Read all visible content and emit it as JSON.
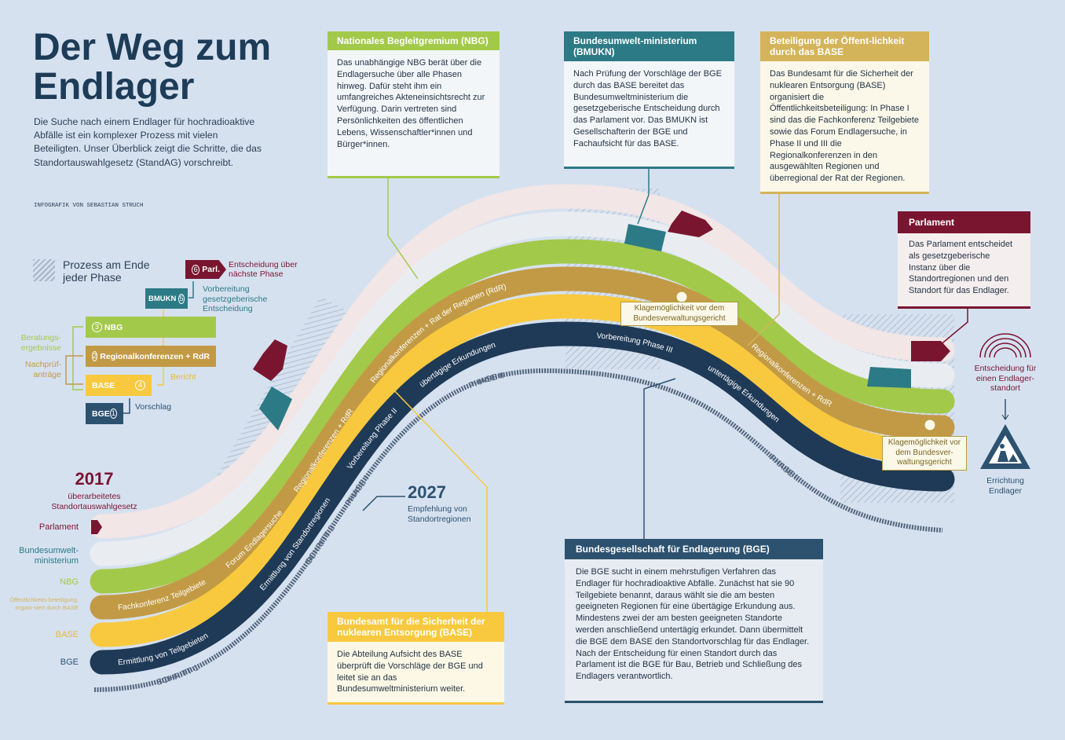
{
  "title": "Der Weg zum Endlager",
  "intro": "Die Suche nach einem Endlager für hochradioaktive Abfälle ist ein komplexer Prozess mit vielen Beteiligten. Unser Überblick zeigt die Schritte, die das Standortauswahlgesetz (StandAG) vorschreibt.",
  "credit": "INFOGRAFIK VON SEBASTIAN STRUCH",
  "legend": {
    "process_end": "Prozess am Ende jeder Phase",
    "parl": "Parl.",
    "parl_num": "6",
    "parl_text": "Entscheidung über nächste Phase",
    "bmukn": "BMUKN",
    "bmukn_num": "5",
    "bmukn_text": "Vorbereitung gesetzgeberische Entscheidung",
    "nbg": "NBG",
    "nbg_num": "3",
    "rdr": "Regionalkonferenzen + RdR",
    "rdr_num": "2",
    "base": "BASE",
    "base_num": "4",
    "bericht": "Bericht",
    "bge": "BGE",
    "bge_num": "1",
    "vorschlag": "Vorschlag",
    "beratung": "Beratungs-ergebnisse",
    "nachpruef": "Nachprüf-anträge"
  },
  "start": {
    "year": "2017",
    "subtitle": "überarbeitetes Standortauswahlgesetz"
  },
  "rows": [
    {
      "label": "Parlament",
      "color": "#7a1530"
    },
    {
      "label": "Bundesumwelt-ministerium",
      "color": "#2c7a85"
    },
    {
      "label": "NBG",
      "color": "#a3c94a"
    },
    {
      "label": "Öffentlichkeits-beteiligung, organi-siert durch BASE",
      "color": "#d4b45a"
    },
    {
      "label": "BASE",
      "color": "#f8c93e"
    },
    {
      "label": "BGE",
      "color": "#2d5270"
    }
  ],
  "band_labels": {
    "fachkonferenz": "Fachkonferenz Teilgebiete",
    "forum": "Forum Endlagersuche",
    "rdr1": "Regionalkonferenzen + RdR",
    "rdr2": "Regionalkonferenzen + Rat der Regionen (RdR)",
    "rdr3": "Regionalkonferenzen + RdR",
    "ermittlung_teil": "Ermittlung von Teilgebieten",
    "ermittlung_stand": "Ermittlung von Standortregionen",
    "vorb2": "Vorbereitung Phase II",
    "uebertaegig": "übertägige Erkundungen",
    "vorb3": "Vorbereitung Phase III",
    "untertaegig": "untertägige Erkundungen"
  },
  "steps": {
    "schritt1": "SCHRITT 1",
    "schritt2": "SCHRITT 2",
    "phase1": "PHASE I",
    "phase2": "PHASE II",
    "phase3": "PHASE III"
  },
  "milestone": {
    "year": "2027",
    "text": "Empfehlung von Standortregionen"
  },
  "klage1": "Klagemöglichkeit vor dem Bundesverwaltungsgericht",
  "klage2": "Klagemöglichkeit vor dem Bundesver-waltungsgericht",
  "end": {
    "decision": "Entscheidung für einen Endlager-standort",
    "build": "Errichtung Endlager"
  },
  "boxes": {
    "nbg": {
      "title": "Nationales Begleitgremium (NBG)",
      "text": "Das unabhängige NBG berät über die Endlagersuche über alle Phasen hinweg. Dafür steht ihm ein umfangreiches Akteneinsichtsrecht zur Verfügung. Darin vertreten sind Persönlichkeiten des öffentlichen Lebens, Wissenschaftler*innen und Bürger*innen."
    },
    "bmukn": {
      "title": "Bundesumwelt-ministerium (BMUKN)",
      "text": "Nach Prüfung der Vorschläge der BGE durch das BASE bereitet das Bundesumweltministerium die gesetzgeberische Entscheidung durch das Parlament vor. Das BMUKN ist Gesellschafterin der BGE und Fachaufsicht für das BASE."
    },
    "beteiligung": {
      "title": "Beteiligung der Öffent-lichkeit durch das BASE",
      "text": "Das Bundesamt für die Sicherheit der nuklearen Entsorgung (BASE) organisiert die Öffentlichkeitsbeteiligung: In Phase I sind das die Fachkonferenz Teilgebiete sowie das Forum Endlagersuche, in Phase II und III die Regionalkonferenzen in den ausgewählten Regionen und überregional der Rat der Regionen."
    },
    "parlament": {
      "title": "Parlament",
      "text": "Das Parlament entscheidet als gesetzgeberische Instanz über die Standortregionen und den Standort für das Endlager."
    },
    "bge": {
      "title": "Bundesgesellschaft für Endlagerung (BGE)",
      "text": "Die BGE sucht in einem mehrstufigen Verfahren das Endlager für hochradioaktive Abfälle. Zunächst hat sie 90 Teilgebiete benannt, daraus wählt sie die am besten geeigneten Regionen für eine übertägige Erkundung aus. Mindestens zwei der am besten geeigneten Standorte werden anschließend untertägig erkundet. Dann übermittelt die BGE dem BASE den Standortvorschlag für das Endlager. Nach der Entscheidung für einen Standort durch das Parlament ist die BGE für Bau, Betrieb und Schließung des Endlagers verantwortlich."
    },
    "base": {
      "title": "Bundesamt für die Sicherheit der nuklearen Entsorgung (BASE)",
      "text": "Die Abteilung Aufsicht des BASE überprüft die Vorschläge der BGE und leitet sie an das Bundesumweltministerium weiter."
    }
  }
}
